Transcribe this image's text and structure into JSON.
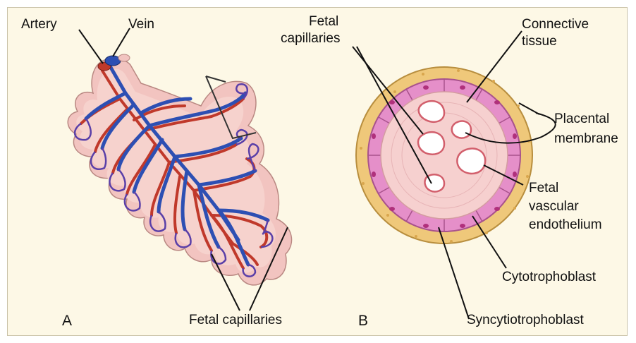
{
  "panel_a": {
    "letter": "A",
    "labels": {
      "artery": "Artery",
      "vein": "Vein",
      "fetal_capillaries": "Fetal capillaries"
    }
  },
  "panel_b": {
    "letter": "B",
    "labels": {
      "fetal_capillaries_line1": "Fetal",
      "fetal_capillaries_line2": "capillaries",
      "connective_tissue_line1": "Connective",
      "connective_tissue_line2": "tissue",
      "placental_membrane_line1": "Placental",
      "placental_membrane_line2": "membrane",
      "fetal_vascular_endothelium_line1": "Fetal",
      "fetal_vascular_endothelium_line2": "vascular",
      "fetal_vascular_endothelium_line3": "endothelium",
      "cytotrophoblast": "Cytotrophoblast",
      "syncytiotrophoblast": "Syncytiotrophoblast"
    }
  },
  "colors": {
    "background": "#fdf8e6",
    "villus_tissue": "#f2c4c0",
    "artery": "#c0392b",
    "vein": "#2d4fb3",
    "cytotrophoblast_cells": "#e58fc9",
    "syncytiotrophoblast_layer": "#efc87a"
  }
}
